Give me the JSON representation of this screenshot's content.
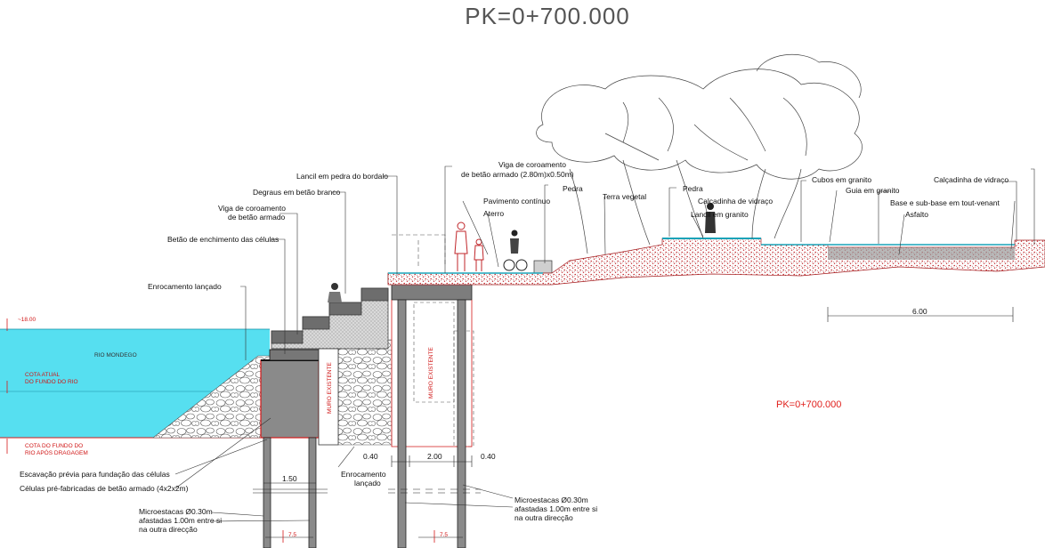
{
  "title": "PK=0+700.000",
  "pk_label": "PK=0+700.000",
  "colors": {
    "water": "#56dff0",
    "cell_fill": "#8a8a8a",
    "beam_fill": "#7d7d7d",
    "red_line": "#d41a1a",
    "ground_hatch": "#c0262a",
    "tree_line": "#444444"
  },
  "labels": {
    "lancil": "Lancil em pedra do bordalo",
    "degraus": "Degraus em betão branco",
    "viga_left_1": "Viga de coroamento",
    "viga_left_2": "de betão armado",
    "betao_enchimento": "Betão de enchimento das células",
    "enrocamento": "Enrocamento lançado",
    "viga_top_1": "Viga de coroamento",
    "viga_top_2": "de betão armado (2.80m)x0.50m)",
    "pavimento": "Pavimento contínuo",
    "aterro": "Aterro",
    "pedra_1": "Pedra",
    "terra_vegetal": "Terra vegetal",
    "pedra_2": "Pedra",
    "calcadinha_1": "Calçadinha de vidraço",
    "lancil_granito": "Lancil em granito",
    "cubos": "Cubos em granito",
    "guia": "Guia em granito",
    "base": "Base e sub-base em tout-venant",
    "asfalto": "Asfalto",
    "calcadinha_2": "Calçadinha de vidraço",
    "rio": "RIO MONDEGO",
    "level_top": "~18.00",
    "cota_atual_1": "COTA ATUAL",
    "cota_atual_2": "DO FUNDO DO RIO",
    "cota_fundo_1": "COTA DO FUNDO DO",
    "cota_fundo_2": "RIO APÓS DRAGAGEM",
    "muro_1": "MURO EXISTENTE",
    "muro_2": "MURO EXISTENTE",
    "escavacao": "Escavação prévia  para fundação das células",
    "celulas": "Células pré-fabricadas de betão armado (4x2x2m)",
    "micro_left_1": "Microestacas Ø0.30m",
    "micro_left_2": "afastadas 1.00m entre si",
    "micro_left_3": "na outra direcção",
    "enroc_bottom_1": "Enrocamento",
    "enroc_bottom_2": "lançado",
    "micro_right_1": "Microestacas Ø0.30m",
    "micro_right_2": "afastadas 1.00m entre si",
    "micro_right_3": "na outra direcção"
  },
  "dimensions": {
    "d_600": "6.00",
    "d_150": "1.50",
    "d_040a": "0.40",
    "d_200": "2.00",
    "d_040b": "0.40",
    "d_75a": "7.5",
    "d_75b": "7.5"
  }
}
